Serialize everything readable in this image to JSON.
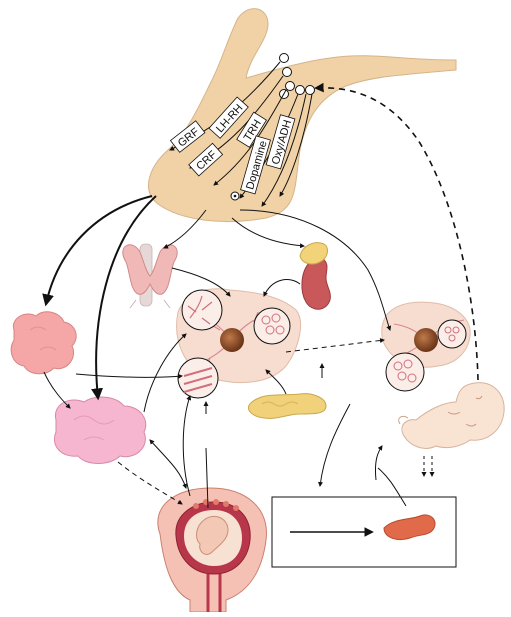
{
  "colors": {
    "pituitary": "#f1d2a6",
    "pituitary_edge": "#c9a77a",
    "arrow": "#111111",
    "thyroid": "#f0b9b8",
    "adrenal_cortex": "#f2d37a",
    "kidney": "#c9585a",
    "ovary_left": "#f3a4a4",
    "uterus_wall": "#f6c1b5",
    "breast": "#f7ddd0",
    "nipple": "#8a4a2a",
    "pancreas": "#f1d27a",
    "placenta": "#e07a6a",
    "fetus_fill": "#f7e1d2",
    "baby": "#f9e3d3",
    "milk_duct": "#d88590",
    "product_cells": "#e06a4a"
  },
  "hypothalamic_factors": [
    {
      "label": "GRF"
    },
    {
      "label": "LH-RH"
    },
    {
      "label": "CRF"
    },
    {
      "label": "TRH"
    },
    {
      "label": "Dopamine"
    },
    {
      "label": "Oxy/ADH"
    }
  ],
  "icons": [
    "pituitary-hypothalamus",
    "thyroid-gland",
    "adrenal-kidney",
    "adrenal-gland",
    "ovary",
    "breast-tissue",
    "breast-lactating",
    "pancreas",
    "uterus-fetus",
    "infant",
    "milk-duct-detail",
    "muscle-detail",
    "legend-box"
  ]
}
